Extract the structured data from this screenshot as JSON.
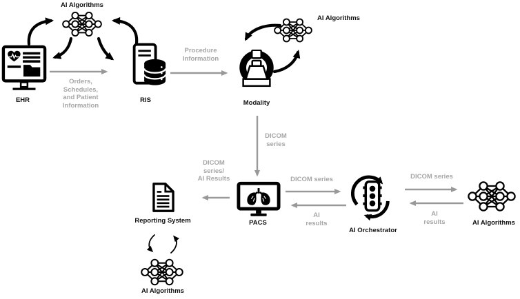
{
  "diagram": {
    "kind": "radiology-ai-workflow",
    "background": "#ffffff",
    "colors": {
      "icon_black": "#000000",
      "flow_arrow_gray": "#999999",
      "flow_label_gray": "#a6a6a6",
      "node_label_black": "#111111"
    },
    "nodes": {
      "ai_algorithms_top": {
        "label": "AI Algorithms",
        "icon": "neural-network-icon"
      },
      "ehr": {
        "label": "EHR",
        "icon": "ehr-monitor-icon"
      },
      "ris": {
        "label": "RIS",
        "icon": "server-database-icon"
      },
      "modality": {
        "label": "Modality",
        "icon": "scanner-gantry-icon"
      },
      "ai_algorithms_modality": {
        "label": "AI Algorithms",
        "icon": "neural-network-icon"
      },
      "pacs": {
        "label": "PACS",
        "icon": "monitor-lungs-icon"
      },
      "ai_orchestrator": {
        "label": "AI Orchestrator",
        "icon": "traffic-light-cycle-icon"
      },
      "ai_algorithms_right": {
        "label": "AI Algorithms",
        "icon": "neural-network-icon"
      },
      "reporting_system": {
        "label": "Reporting System",
        "icon": "document-icon"
      },
      "ai_algorithms_bottom": {
        "label": "AI Algorithms",
        "icon": "neural-network-icon"
      }
    },
    "flows": {
      "ehr_to_ris": {
        "label": "Orders,\nSchedules,\nand Patient\nInformation"
      },
      "ris_to_modality": {
        "label": "Procedure\nInformation"
      },
      "modality_to_pacs": {
        "label": "DICOM\nseries"
      },
      "pacs_to_reporting": {
        "label": "DICOM\nseries/\nAI Results"
      },
      "pacs_to_orchestrator": {
        "label": "DICOM series"
      },
      "orchestrator_to_pacs": {
        "label": "AI\nresults"
      },
      "orchestrator_to_ai": {
        "label": "DICOM series"
      },
      "ai_to_orchestrator": {
        "label": "AI\nresults"
      }
    }
  }
}
